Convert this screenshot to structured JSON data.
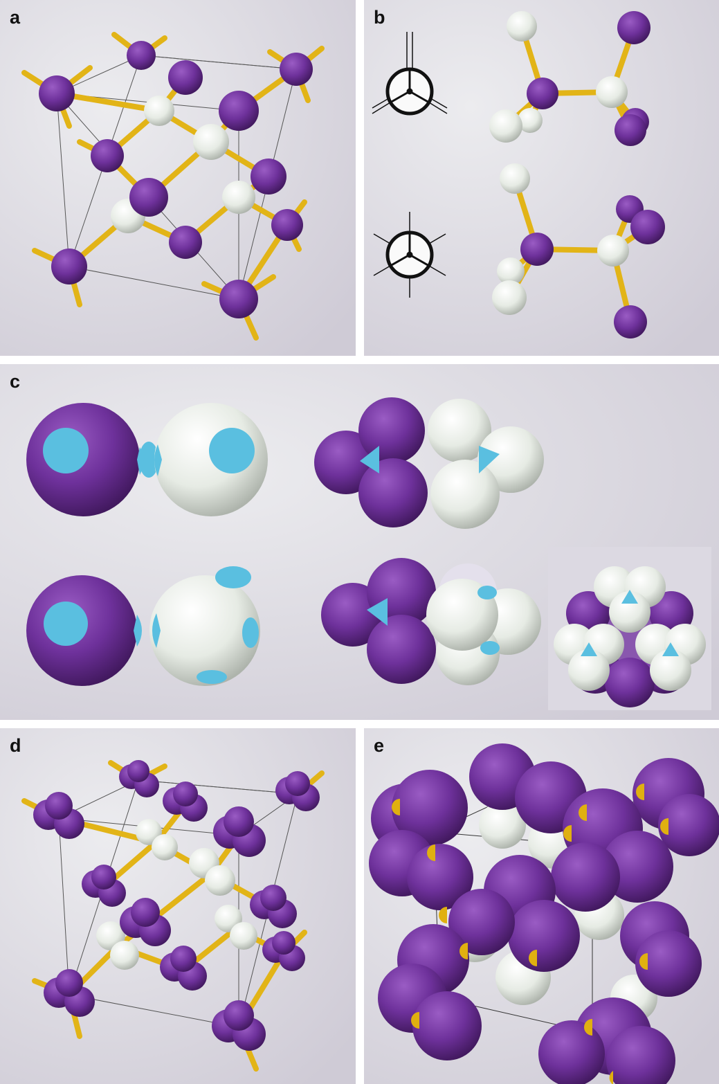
{
  "figure": {
    "panels": [
      {
        "id": "a",
        "label": "a"
      },
      {
        "id": "b",
        "label": "b"
      },
      {
        "id": "c",
        "label": "c"
      },
      {
        "id": "d",
        "label": "d"
      },
      {
        "id": "e",
        "label": "e"
      }
    ]
  },
  "colors": {
    "background": "#e6e4ea",
    "purple_atom": "#6b2f97",
    "white_atom": "#eef1ec",
    "bond": "#e8b818",
    "patch": "#54bde0",
    "frame_line": "#555555"
  },
  "icons": {
    "newman_staggered": "newman-projection-staggered-icon",
    "newman_eclipsed": "newman-projection-eclipsed-icon"
  }
}
